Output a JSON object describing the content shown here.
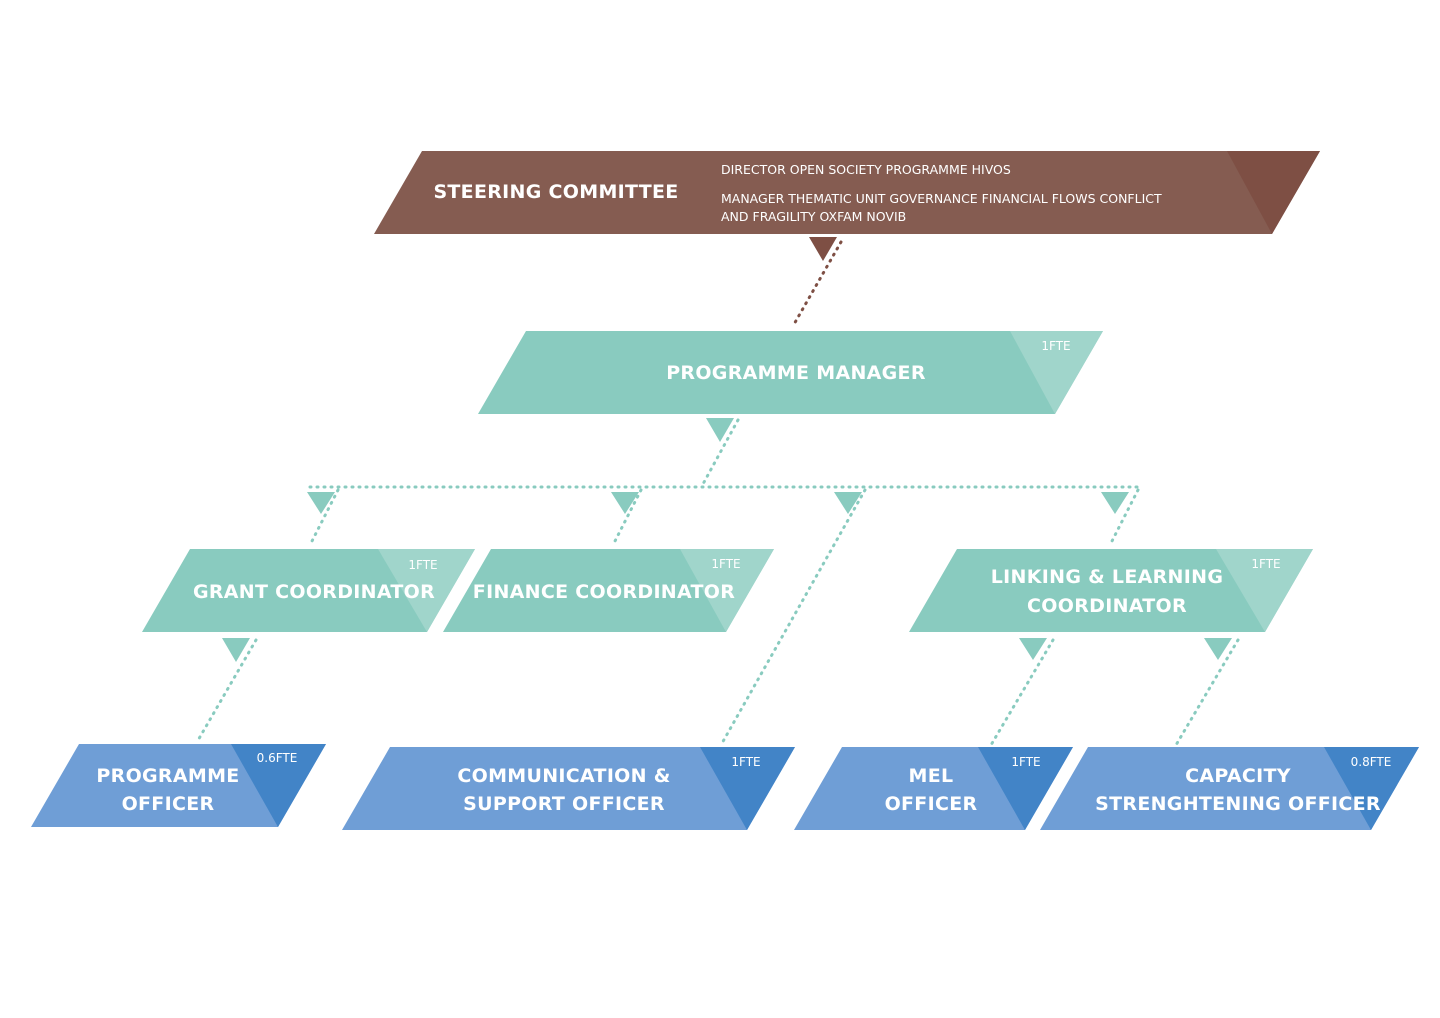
{
  "colors": {
    "steering": "#855c51",
    "steering_dark": "#7e4f44",
    "teal": "#89cbbf",
    "teal_light": "#a0d5cb",
    "blue": "#6f9ed6",
    "blue_dark": "#4284c7",
    "connector": "#89cbbf",
    "connector_top": "#7e4f44"
  },
  "steering": {
    "title": "STEERING COMMITTEE",
    "member1": "DIRECTOR OPEN SOCIETY PROGRAMME HIVOS",
    "member2_line1": "MANAGER THEMATIC UNIT GOVERNANCE FINANCIAL FLOWS CONFLICT",
    "member2_line2": "AND FRAGILITY OXFAM NOVIB"
  },
  "programme_manager": {
    "title": "PROGRAMME MANAGER",
    "fte": "1FTE"
  },
  "grant_coordinator": {
    "title": "GRANT COORDINATOR",
    "fte": "1FTE"
  },
  "finance_coordinator": {
    "title": "FINANCE COORDINATOR",
    "fte": "1FTE"
  },
  "ll_coordinator": {
    "title_line1": "LINKING & LEARNING",
    "title_line2": "COORDINATOR",
    "fte": "1FTE"
  },
  "programme_officer": {
    "title_line1": "PROGRAMME",
    "title_line2": "OFFICER",
    "fte": "0.6FTE"
  },
  "comm_officer": {
    "title_line1": "COMMUNICATION &",
    "title_line2": "SUPPORT OFFICER",
    "fte": "1FTE"
  },
  "mel_officer": {
    "title_line1": "MEL",
    "title_line2": "OFFICER",
    "fte": "1FTE"
  },
  "capacity_officer": {
    "title_line1": "CAPACITY",
    "title_line2": "STRENGHTENING OFFICER",
    "fte": "0.8FTE"
  }
}
